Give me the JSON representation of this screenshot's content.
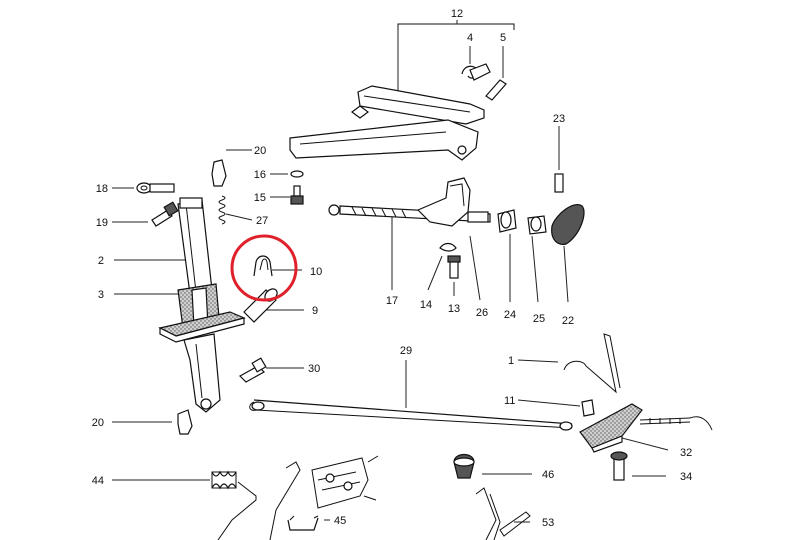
{
  "diagram": {
    "highlight": {
      "color": "#e0202a",
      "target_label": "10"
    },
    "callouts": {
      "c1": "1",
      "c2": "2",
      "c3": "3",
      "c4": "4",
      "c5": "5",
      "c9": "9",
      "c10": "10",
      "c11": "11",
      "c12": "12",
      "c13": "13",
      "c14": "14",
      "c15": "15",
      "c16": "16",
      "c17": "17",
      "c18": "18",
      "c19": "19",
      "c20a": "20",
      "c20b": "20",
      "c22": "22",
      "c23": "23",
      "c24": "24",
      "c25": "25",
      "c26": "26",
      "c27": "27",
      "c29": "29",
      "c30": "30",
      "c32": "32",
      "c34": "34",
      "c44": "44",
      "c45": "45",
      "c46": "46",
      "c53": "53"
    }
  }
}
